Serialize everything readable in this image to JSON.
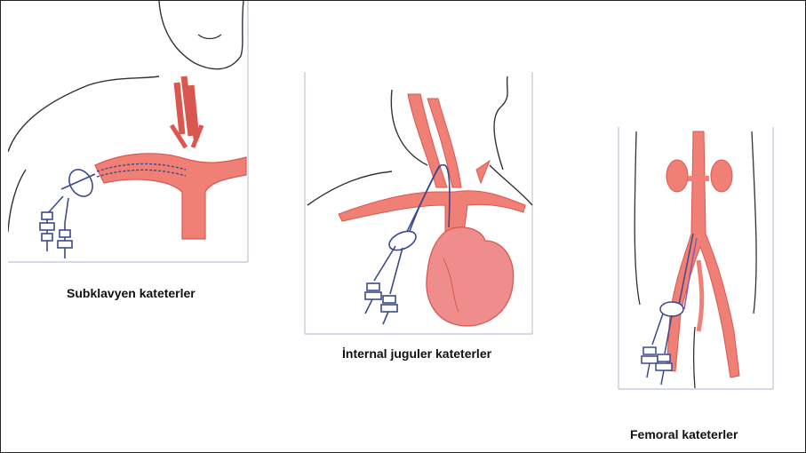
{
  "captions": {
    "subclavian": "Subklavyen kateterler",
    "jugular": "İnternal juguler kateterler",
    "femoral": "Femoral kateterler"
  },
  "colors": {
    "vessel": "#f08076",
    "vessel_stroke": "#d9574f",
    "heart": "#ef8d8c",
    "outline": "#333333",
    "catheter": "#3b4a8a",
    "frame": "#b9c7d6"
  }
}
